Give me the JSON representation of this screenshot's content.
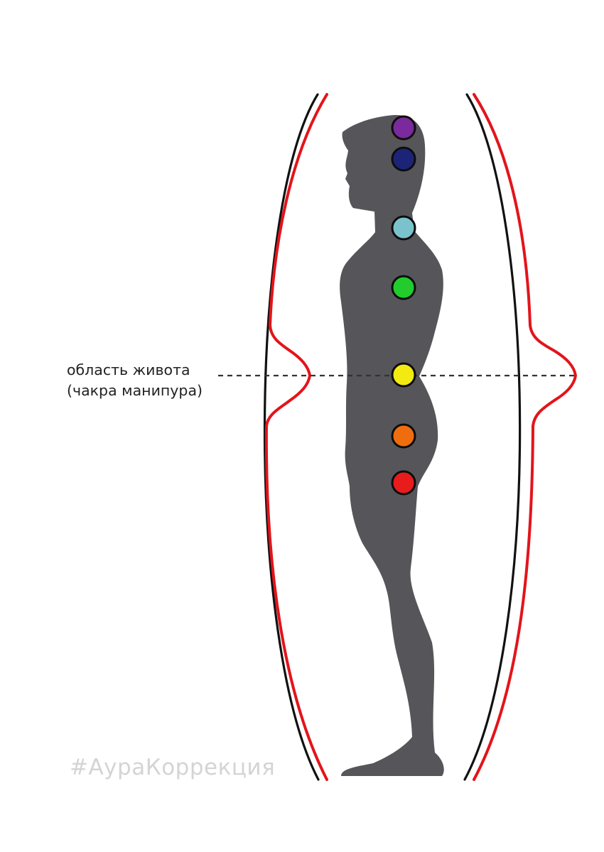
{
  "annotation": {
    "line1": "область живота",
    "line2": "(чакра манипура)"
  },
  "watermark": "#АураКоррекция",
  "colors": {
    "silhouette": "#55555a",
    "aura_outline": "#111111",
    "aura_red": "#e3141b",
    "marker_line": "#333333"
  },
  "chakras": [
    {
      "id": "crown",
      "color": "#7a2a9c"
    },
    {
      "id": "third-eye",
      "color": "#1c2478"
    },
    {
      "id": "throat",
      "color": "#7ac3cc"
    },
    {
      "id": "heart",
      "color": "#22cc2c"
    },
    {
      "id": "solar-plexus",
      "color": "#f3ea12"
    },
    {
      "id": "sacral",
      "color": "#f06d0f"
    },
    {
      "id": "root",
      "color": "#e81c1c"
    }
  ]
}
